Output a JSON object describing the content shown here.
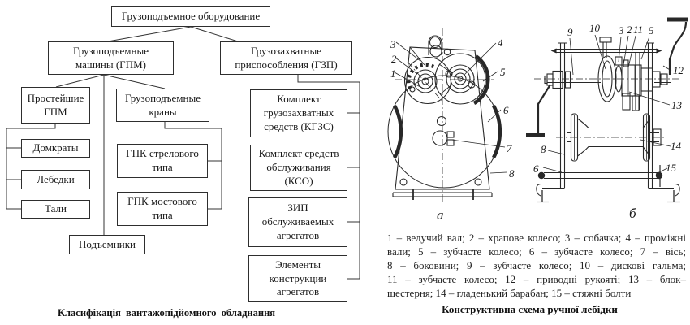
{
  "left_diagram": {
    "nodes": {
      "root": "Грузоподъемное оборудование",
      "gpm": "Грузоподъемные\nмашины (ГПМ)",
      "gzp": "Грузозахватные приспособления (ГЗП)",
      "prosteishie": "Простейшие ГПМ",
      "krany": "Грузоподъемные краны",
      "domkraty": "Домкраты",
      "lebedki": "Лебедки",
      "tali": "Тали",
      "podemniki": "Подъемники",
      "gpk_strelovogo": "ГПК стрелового типа",
      "gpk_mostovogo": "ГПК мостового типа",
      "kgzs": "Комплект грузозахватных средств (КГЗС)",
      "kso": "Комплект средств обслуживания (КСО)",
      "zip": "ЗИП обслуживаемых агрегатов",
      "elementy": "Элементы конструкции агрегатов"
    },
    "caption": "Класифікація вантажопідйомного обладнання"
  },
  "right_figure": {
    "fig_a": {
      "label": "а",
      "callouts": [
        "1",
        "2",
        "3",
        "4",
        "5",
        "6",
        "7",
        "8"
      ]
    },
    "fig_b": {
      "label": "б",
      "callouts": [
        "9",
        "10",
        "3",
        "2",
        "11",
        "5",
        "12",
        "13",
        "8",
        "6",
        "14",
        "15"
      ]
    },
    "legend_lines": [
      "1 – ведучий вал; 2 – храпове колесо; 3 – собачка; 4 – проміжні",
      "вали; 5 – зубчасте колесо; 6 – зубчасте колесо; 7 – вісь;",
      "8 – боковини; 9 – зубчасте колесо; 10 – дискові гальма;",
      "11 – зубчасте колесо; 12 – приводні рукояті; 13 – блок–",
      "шестерня; 14 – гладенький барабан; 15 – стяжні болти"
    ],
    "caption": "Конструктивна схема ручної лебідки"
  }
}
